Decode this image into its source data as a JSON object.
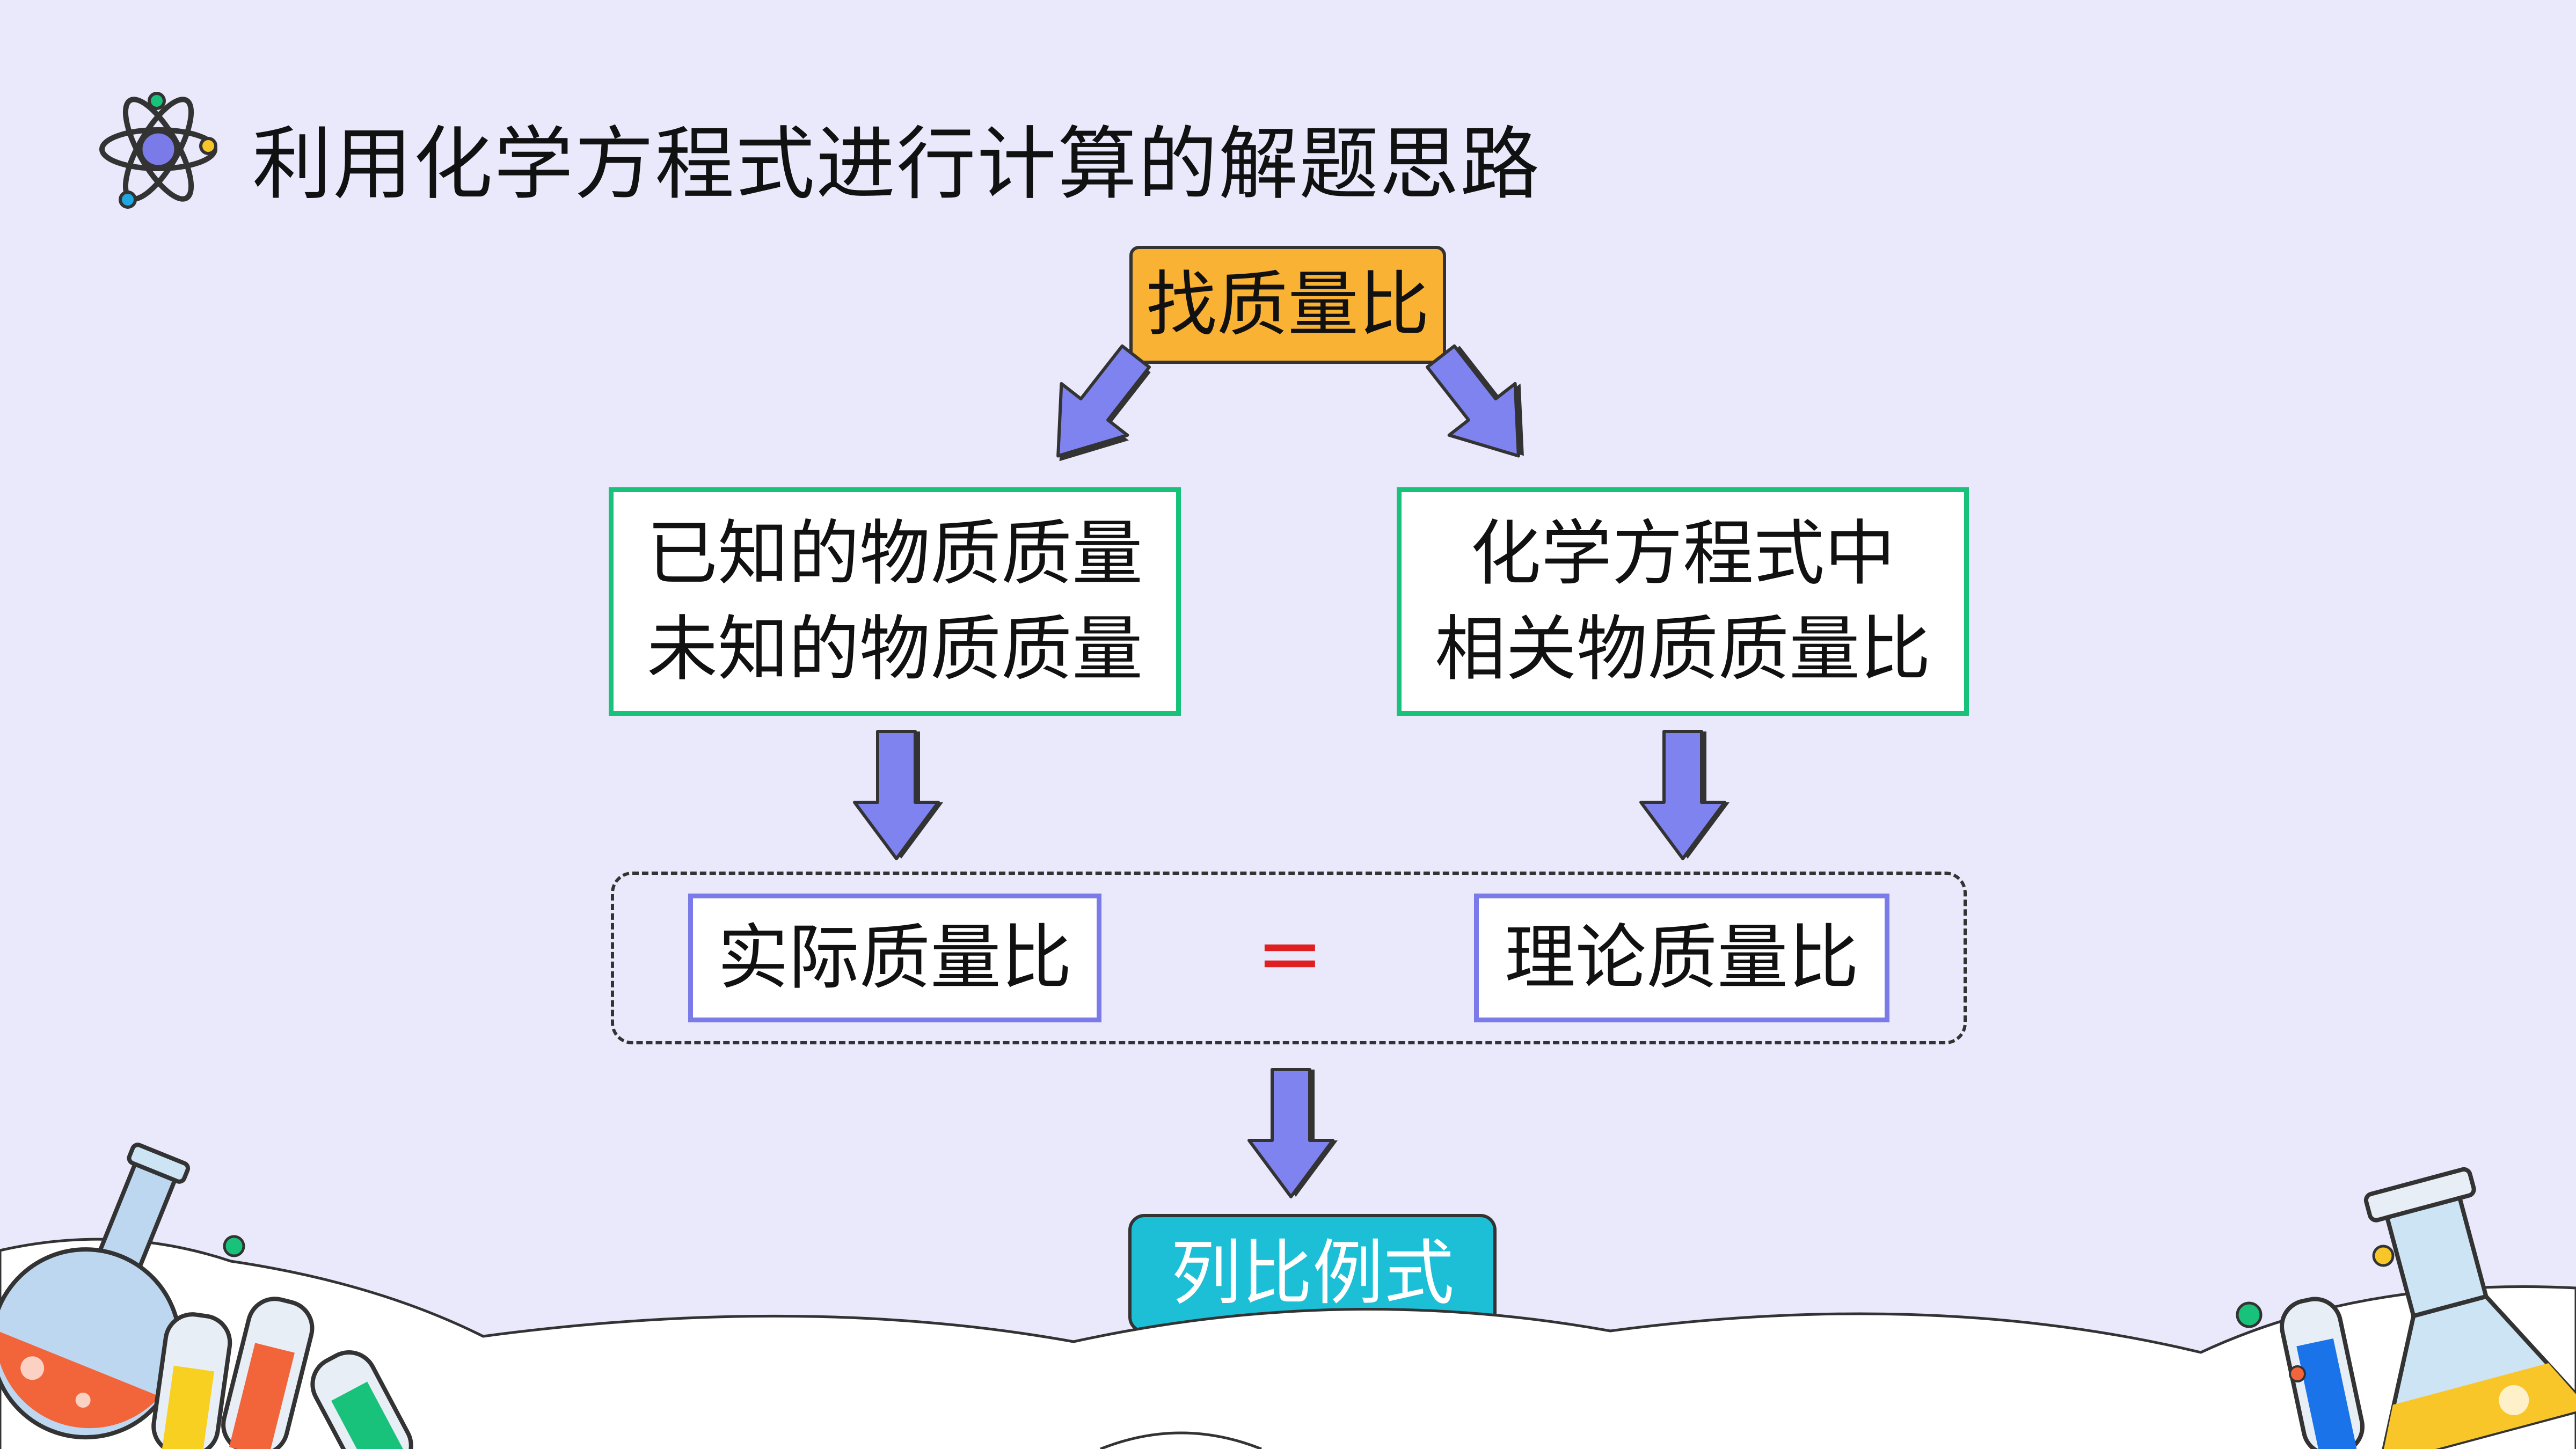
{
  "header": {
    "title": "利用化学方程式进行计算的解题思路"
  },
  "flow": {
    "top": "找质量比",
    "left_line1": "已知的物质质量",
    "left_line2": "未知的物质质量",
    "right_line1": "化学方程式中",
    "right_line2": "相关物质质量比",
    "actual_ratio": "实际质量比",
    "equals_sign": "=",
    "theory_ratio": "理论质量比",
    "result": "列比例式"
  },
  "icons": [
    "atom-icon",
    "flask-icon",
    "test-tube-icon",
    "arrow-down-icon"
  ],
  "colors": {
    "background": "#e9e9fb",
    "top_box": "#f9b233",
    "middle_border": "#19c27a",
    "ratio_border": "#7a7ae8",
    "result_box": "#1cbfd6",
    "arrow": "#7f83f0",
    "equals": "#e02020"
  }
}
